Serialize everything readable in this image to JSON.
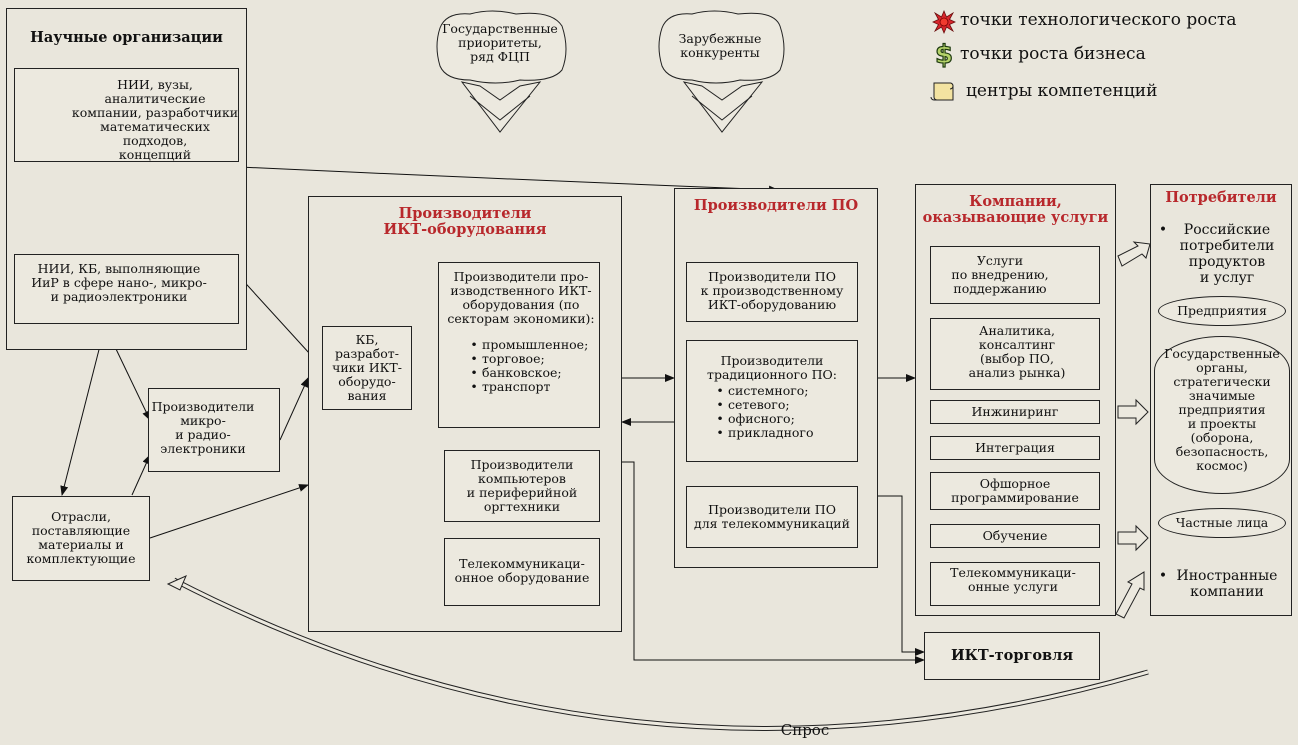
{
  "legend": {
    "tech_growth": "точки технологического роста",
    "business_growth": "точки роста бизнеса",
    "competence_centers": "центры компетенций"
  },
  "clouds": {
    "gov": "Государственные\nприоритеты,\nряд ФЦП",
    "foreign": "Зарубежные\nконкуренты"
  },
  "science": {
    "title": "Научные организации",
    "nii": "НИИ, вузы,\nаналитические\nкомпании, разработчики\nматематических подходов,\nконцепций",
    "nii_kb": "НИИ, КБ, выполняющие\nИиР в сфере нано-, микро-\nи радиоэлектроники"
  },
  "micro": "Производители\nмикро-\nи радио-\nэлектроники",
  "industries": "Отрасли,\nпоставляющие\nматериалы и\nкомплектующие",
  "hw": {
    "title": "Производители\nИКТ-оборудования",
    "kb": "КБ,\nразработ-\nчики ИКТ-\nоборудо-\nвания",
    "prod": "Производители про-\nизводственного ИКТ-\nоборудования (по\nсекторам экономики):",
    "sectors": [
      "промышленное;",
      "торговое;",
      "банковское;",
      "транспорт"
    ],
    "computers": "Производители\nкомпьютеров\nи периферийной\nоргтехники",
    "telecom": "Телекоммуникаци-\nонное оборудование"
  },
  "sw": {
    "title": "Производители ПО",
    "for_hw": "Производители ПО\nк производственному\nИКТ-оборудованию",
    "traditional": "Производители\nтрадиционного ПО:",
    "types": [
      "системного;",
      "сетевого;",
      "офисного;",
      "прикладного"
    ],
    "telecom": "Производители ПО\nдля телекоммуникаций"
  },
  "services": {
    "title": "Компании,\nоказывающие услуги",
    "implementation": "Услуги\nпо внедрению,\nподдержанию",
    "analytics": "Аналитика,\nконсалтинг\n(выбор ПО,\nанализ рынка)",
    "engineering": "Инжиниринг",
    "integration": "Интеграция",
    "offshore": "Офшорное\nпрограммирование",
    "training": "Обучение",
    "telecom": "Телекоммуникаци-\nонные услуги"
  },
  "consumers": {
    "title": "Потребители",
    "russian": "Российские\nпотребители\nпродуктов\nи услуг",
    "enterprises": "Предприятия",
    "gov": "Государственные\nорганы,\nстратегически\nзначимые\nпредприятия\nи проекты\n(оборона,\nбезопасность,\nкосмос)",
    "private": "Частные лица",
    "foreign": "Иностранные\nкомпании"
  },
  "trade": "ИКТ-торговля",
  "demand": "Спрос"
}
